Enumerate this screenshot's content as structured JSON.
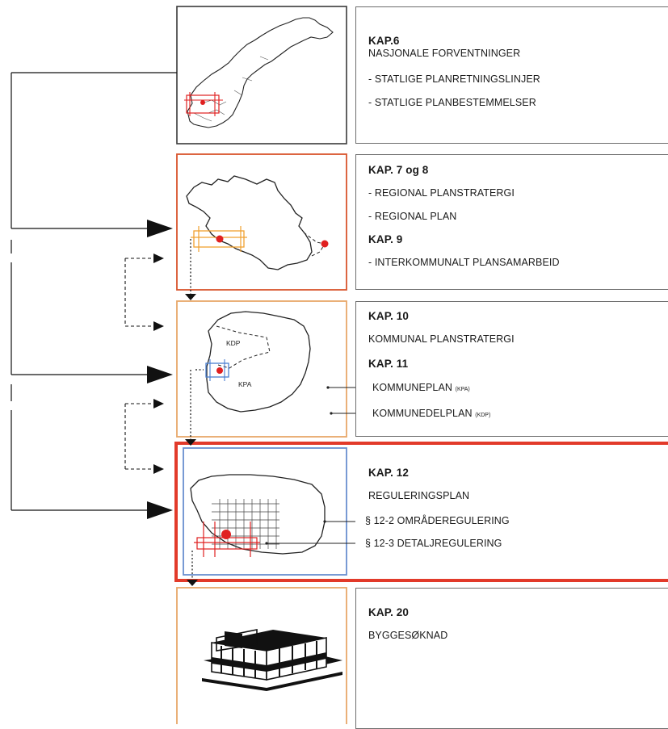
{
  "rows": [
    {
      "id": "kap6",
      "lines": [
        "KAP.6",
        "NASJONALE FORVENTNINGER",
        "- STATLIGE PLANRETNINGSLINJER",
        "- STATLIGE PLANBESTEMMELSER"
      ]
    },
    {
      "id": "kap7-9",
      "lines": [
        "KAP. 7 og 8",
        "- REGIONAL PLANSTRATERGI",
        "- REGIONAL PLAN",
        "KAP. 9",
        "- INTERKOMMUNALT PLANSAMARBEID"
      ]
    },
    {
      "id": "kap10-11",
      "lines": [
        "KAP. 10",
        "KOMMUNAL PLANSTRATERGI",
        "KAP. 11",
        "KOMMUNEPLAN",
        "KOMMUNEDELPLAN"
      ],
      "line_suffixes": {
        "3": "(KPA)",
        "4": "(KDP)"
      },
      "map_labels": [
        "KDP",
        "KPA"
      ]
    },
    {
      "id": "kap12",
      "lines": [
        "KAP. 12",
        "REGULERINGSPLAN",
        "§ 12-2 OMRÅDEREGULERING",
        "§ 12-3 DETALJREGULERING"
      ]
    },
    {
      "id": "kap20",
      "lines": [
        "KAP. 20",
        "BYGGESØKNAD"
      ]
    }
  ],
  "colors": {
    "national_frame": "#3a3a3a",
    "regional_frame": "#d9542c",
    "municipal_frame": "#e8a86a",
    "zoning_outer_frame": "#e23a2a",
    "zoning_inner_frame": "#6a8fd0",
    "building_frame": "#e8a86a",
    "marker": "#e02020",
    "orange_box": "#f0a030",
    "blue_box": "#4a7fd0"
  },
  "icons": [
    "norway-map",
    "region-map",
    "municipality-map",
    "zoning-map",
    "building-icon"
  ]
}
